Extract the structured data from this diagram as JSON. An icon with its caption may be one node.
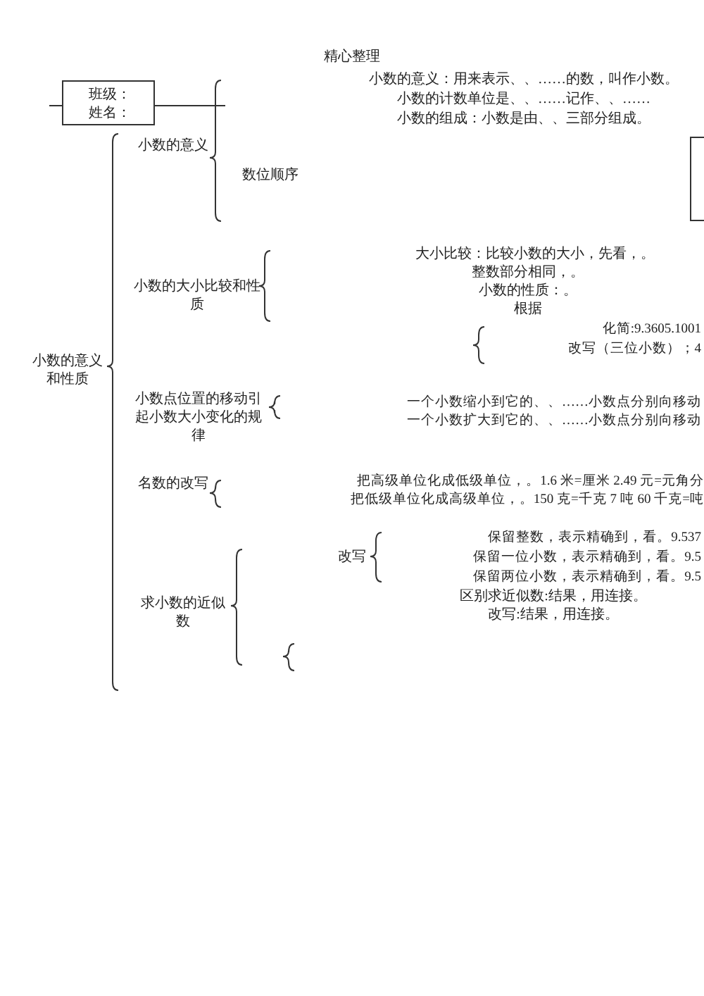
{
  "diagram": {
    "title": "精心整理",
    "nodes": [
      {
        "text": [
          "班级：",
          "姓名："
        ]
      },
      {
        "text": [],
        "shape": "box"
      }
    ],
    "labels": [
      "小数的意义：用来表示、、……的数，叫作小数。",
      "小数的计数单位是、、……记作、、……",
      "小数的组成：小数是由、、三部分组成。",
      "小数的意义",
      "数位顺序",
      "小数的大小比较和性质",
      "大小比较：比较小数的大小，先看，。",
      "整数部分相同，。",
      "小数的性质：。",
      "根据",
      "化简:9.3605.1001",
      "改写（三位小数）；4",
      "小数的意义和性质",
      "小数点位置的移动引起小数大小变化的规律",
      "一个小数缩小到它的、、……小数点分别向移动",
      "一个小数扩大到它的、、……小数点分别向移动",
      "名数的改写",
      "把高级单位化成低级单位，。1.6 米=厘米 2.49 元=元角分",
      "把低级单位化成高级单位，。150 克=千克 7 吨 60 千克=吨",
      "求小数的近似数",
      "改写",
      "保留整数，表示精确到，看。9.537",
      "保留一位小数，表示精确到，看。9.5",
      "保留两位小数，表示精确到，看。9.5",
      "区别求近似数:结果，用连接。",
      "改写:结果，用连接。"
    ]
  }
}
